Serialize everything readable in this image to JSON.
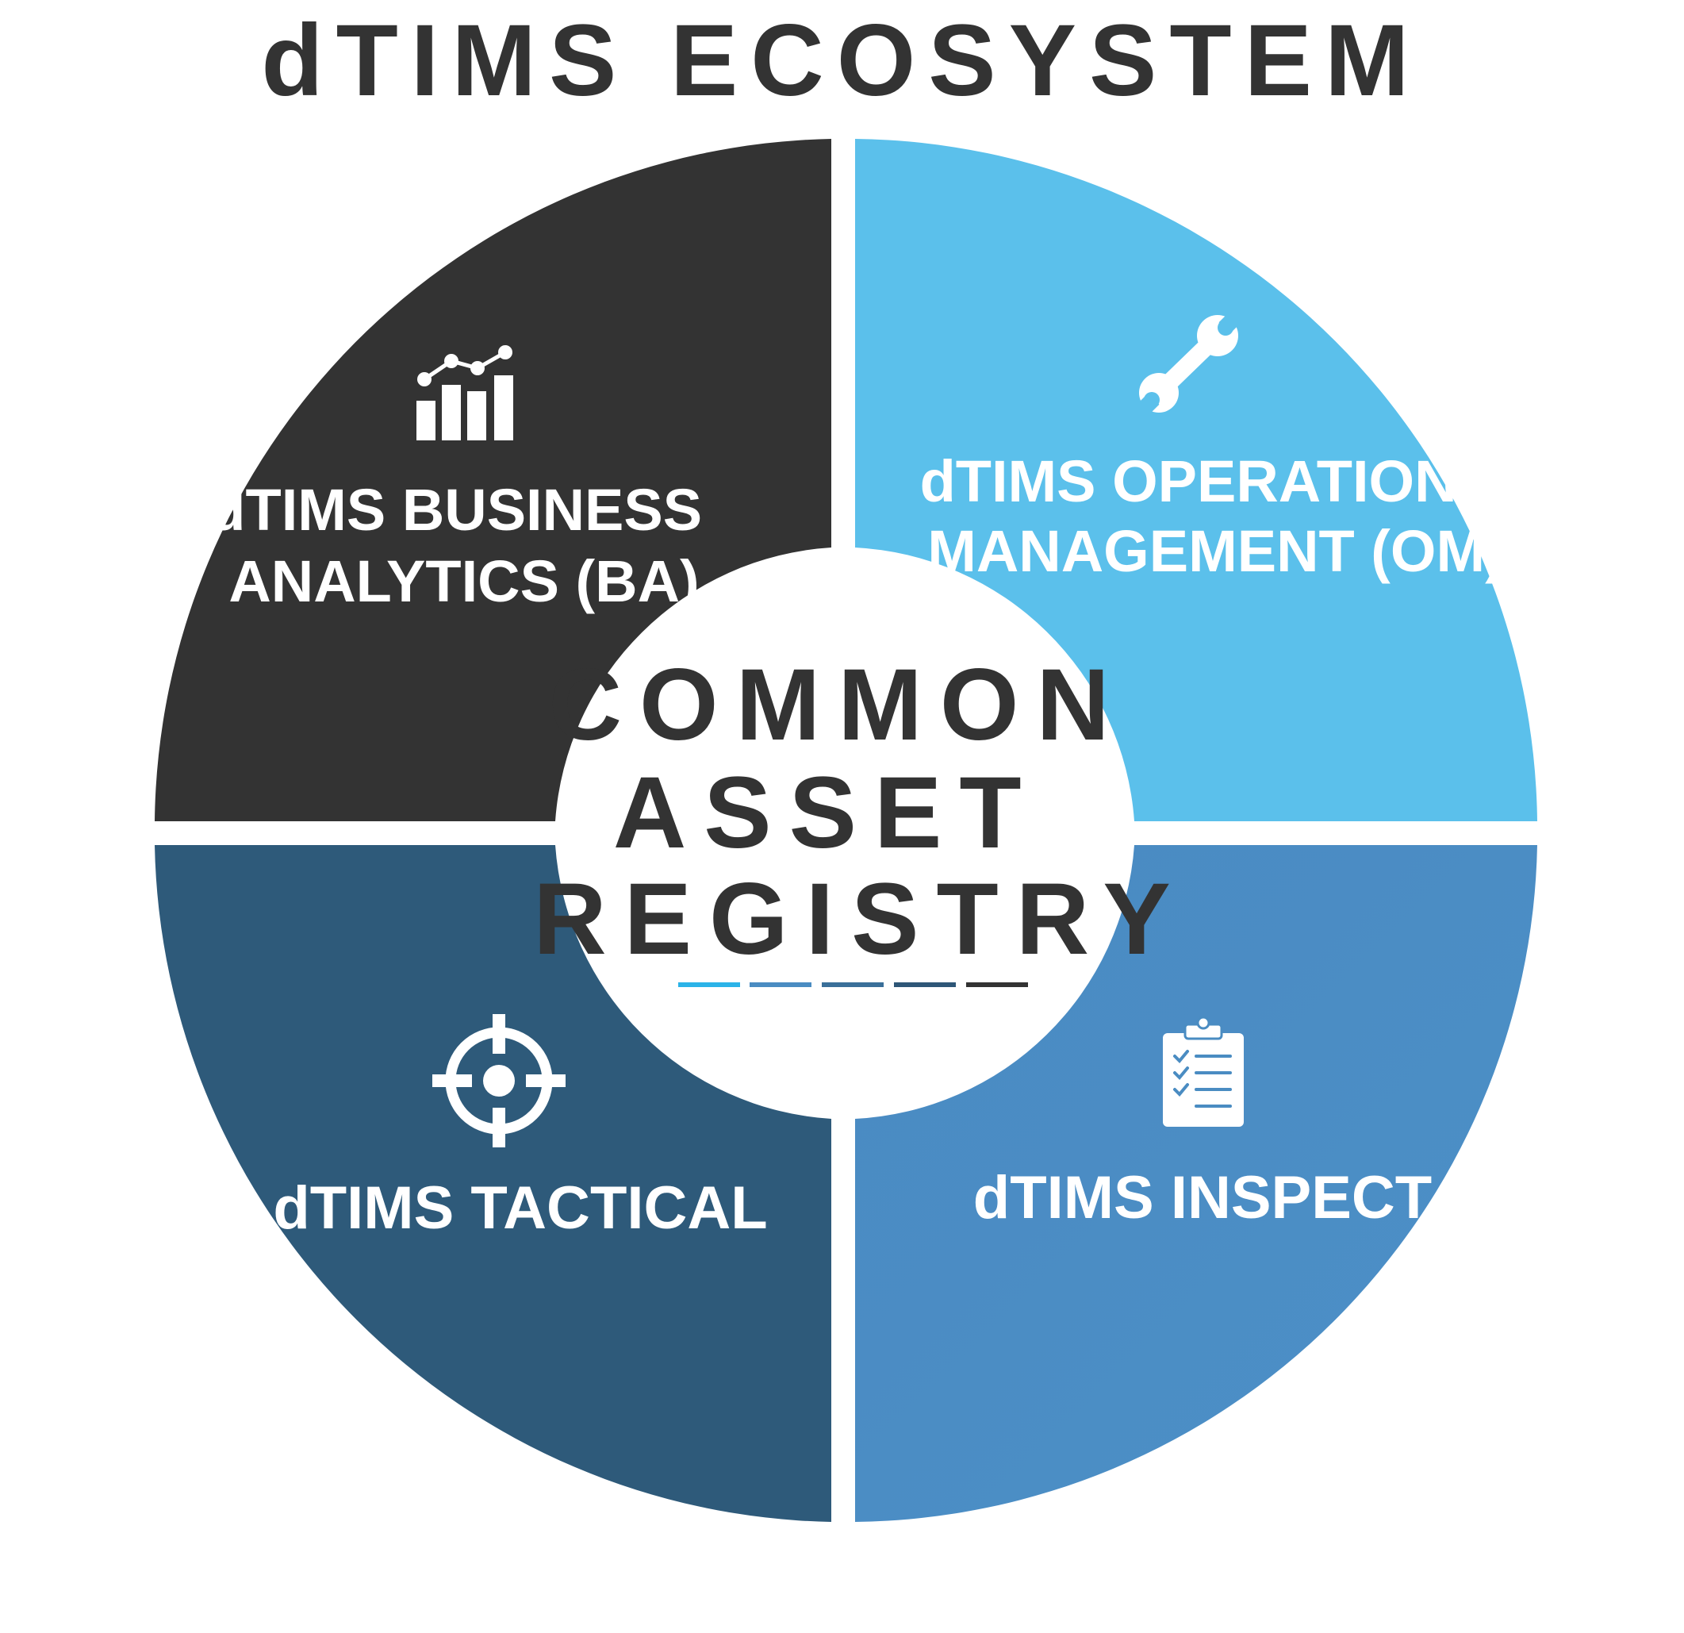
{
  "title": "dTIMS ECOSYSTEM",
  "center": {
    "lines": [
      "COMMON",
      "ASSET",
      "REGISTRY"
    ],
    "underline_colors": [
      "#2bb3e8",
      "#4a8cc2",
      "#3a6f99",
      "#2e5677",
      "#333333"
    ]
  },
  "segments": {
    "business_analytics": {
      "lines": [
        "dTIMS BUSINESS",
        "ANALYTICS (BA)"
      ],
      "color": "#333333",
      "icon": "bar-chart-trend-icon"
    },
    "operations_management": {
      "lines": [
        "dTIMS OPERATIONS",
        "MANAGEMENT (OM)"
      ],
      "color": "#5bc0eb",
      "icon": "wrench-icon"
    },
    "tactical": {
      "lines": [
        "dTIMS TACTICAL"
      ],
      "color": "#2e5677",
      "icon": "crosshair-icon"
    },
    "inspect": {
      "lines": [
        "dTIMS INSPECT"
      ],
      "color": "#4a8cc2",
      "icon": "clipboard-checklist-icon"
    }
  },
  "colors": {
    "title": "#333333",
    "background": "#ffffff"
  }
}
